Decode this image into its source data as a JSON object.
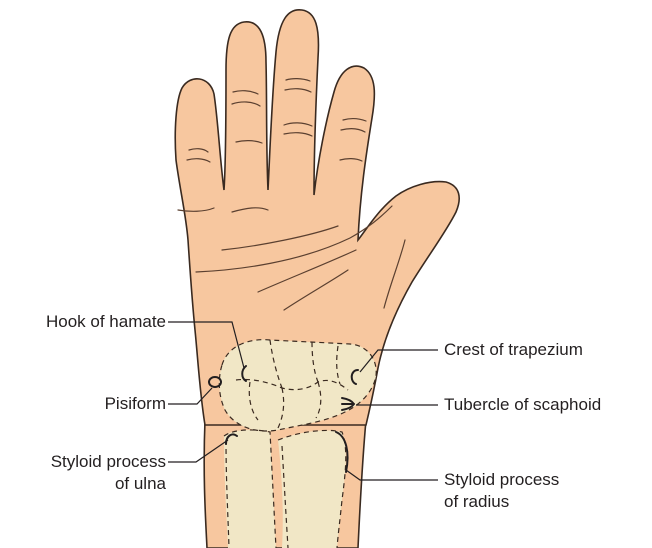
{
  "labels": {
    "hook_of_hamate": "Hook of hamate",
    "pisiform": "Pisiform",
    "styloid_ulna_1": "Styloid process",
    "styloid_ulna_2": "of ulna",
    "crest_of_trapezium": "Crest of trapezium",
    "tubercle_of_scaphoid": "Tubercle of scaphoid",
    "styloid_radius_1": "Styloid process",
    "styloid_radius_2": "of radius"
  },
  "colors": {
    "skin": "#f7c79f",
    "bone": "#f1e7c6",
    "outline": "#3a2a20",
    "text": "#231f20"
  }
}
